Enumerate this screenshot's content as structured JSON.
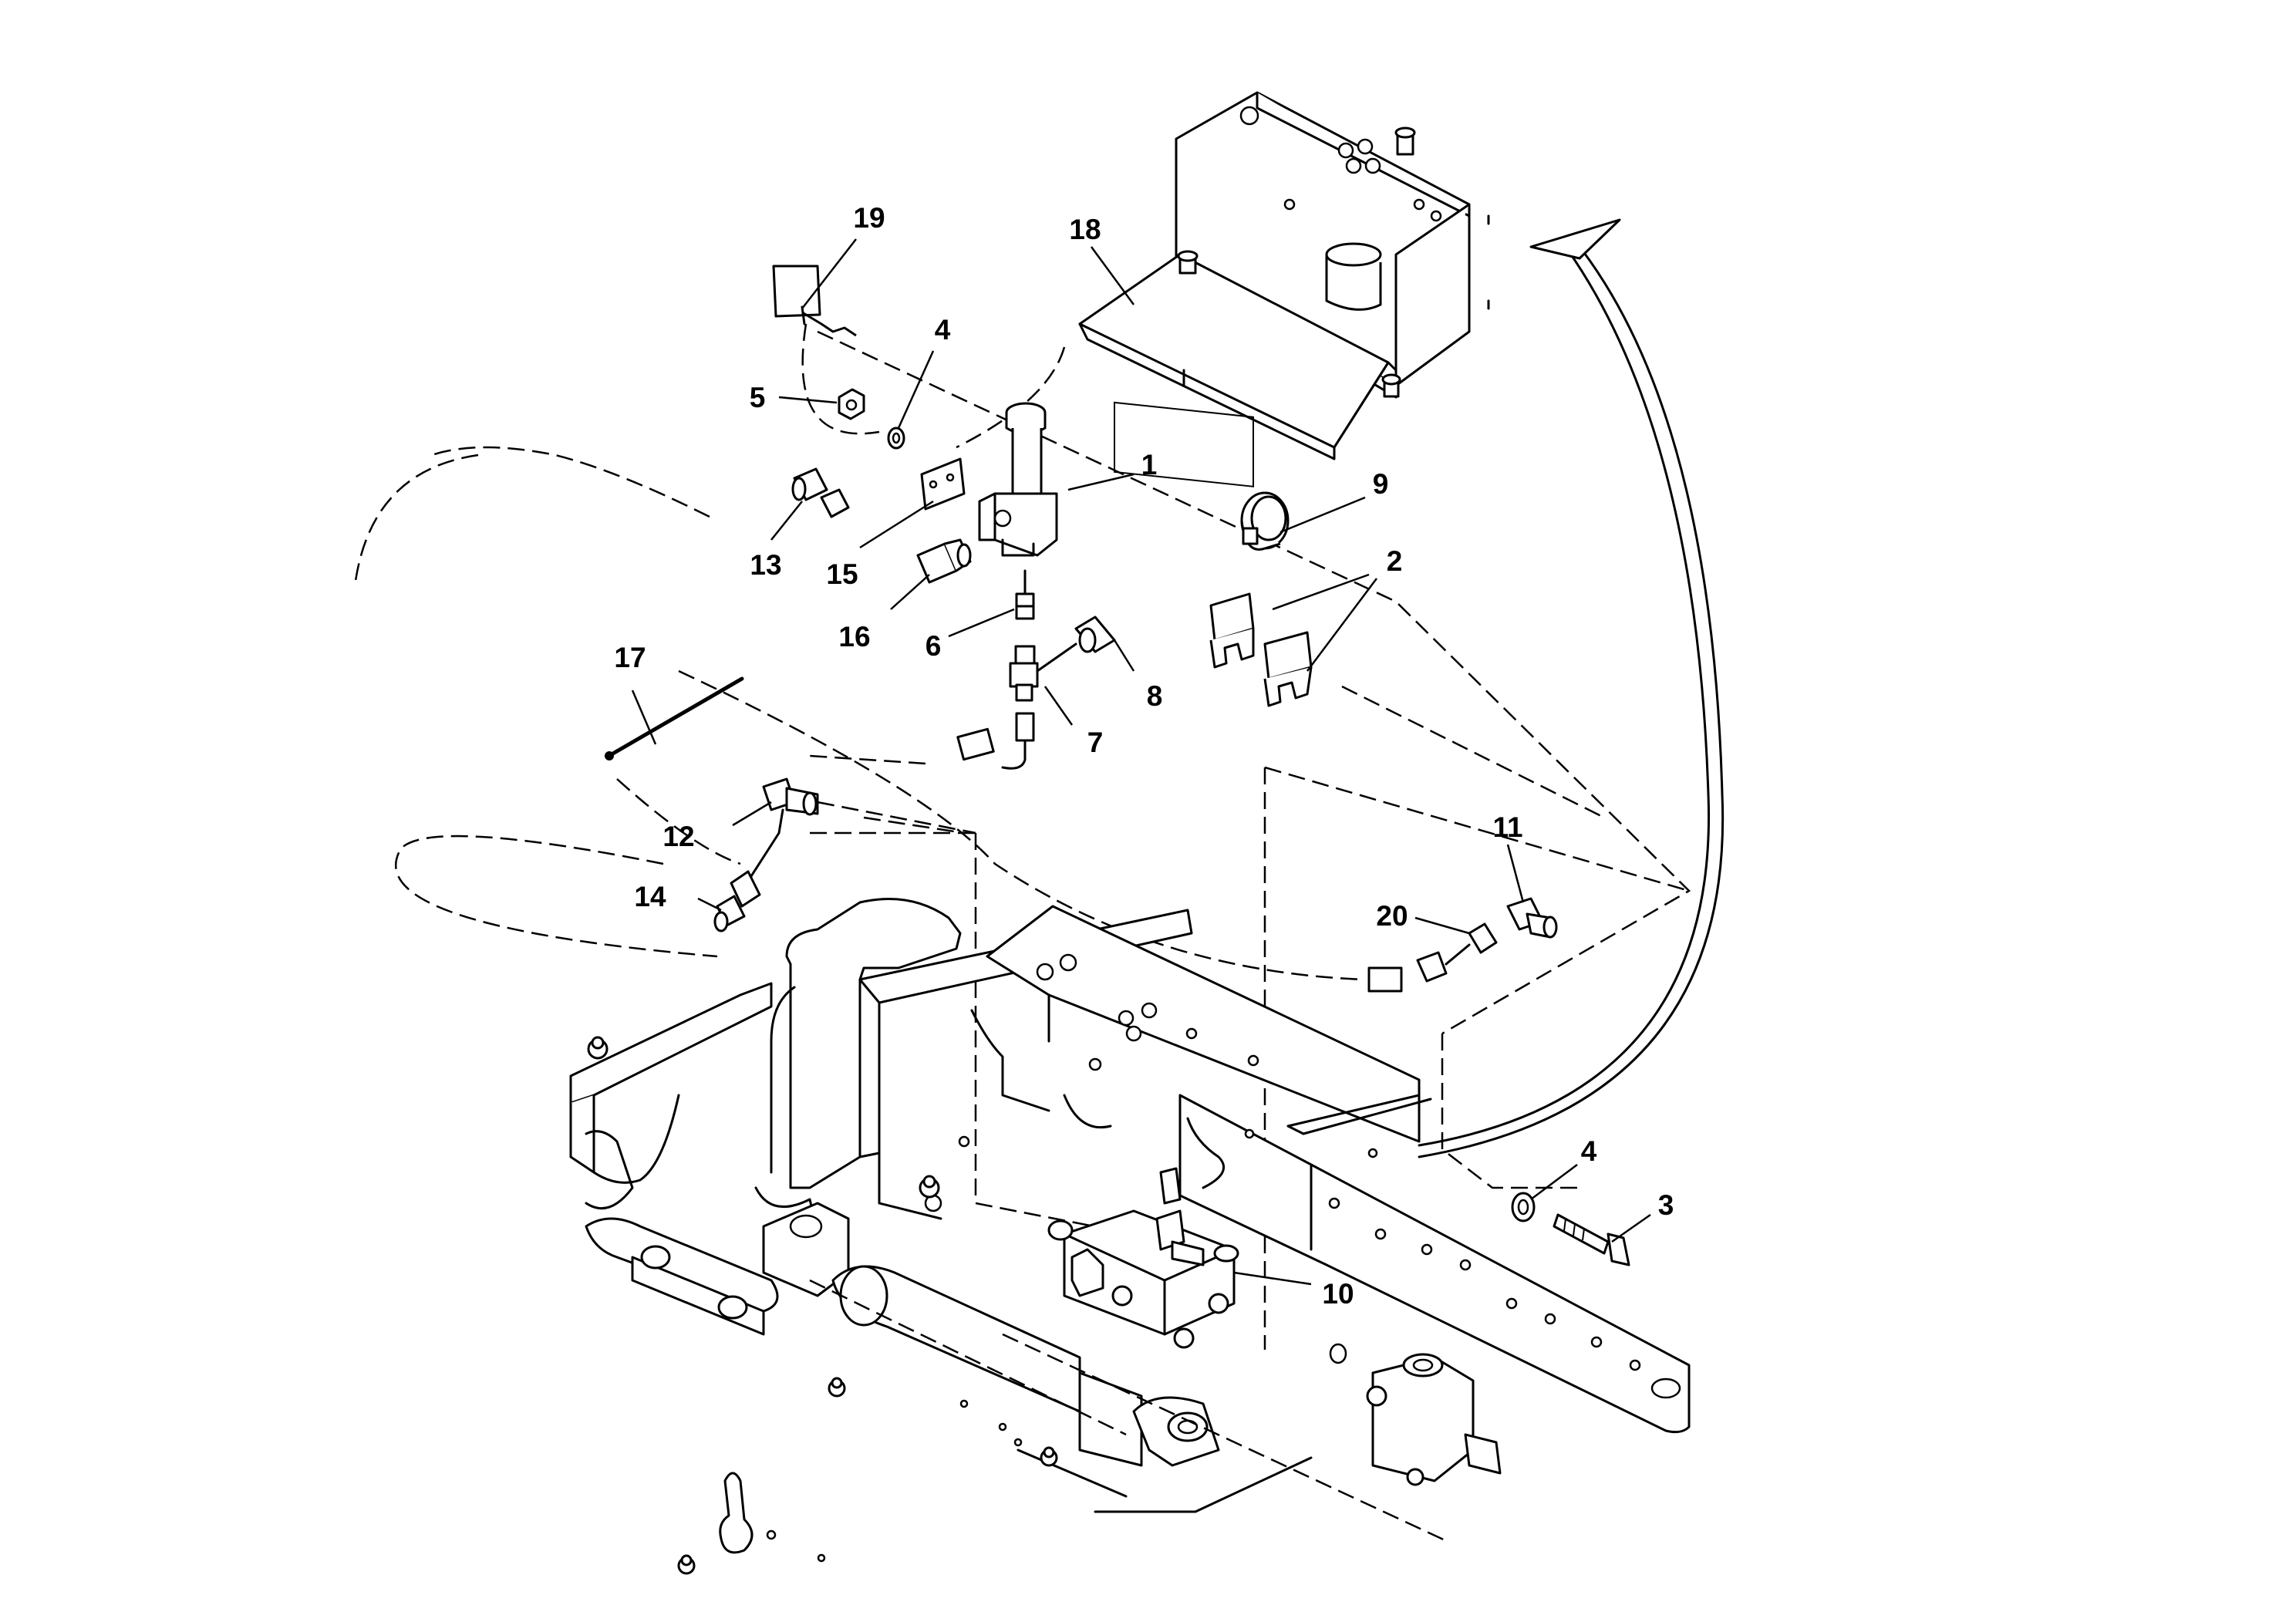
{
  "callouts": [
    {
      "id": "label-1",
      "text": "1"
    },
    {
      "id": "label-2",
      "text": "2"
    },
    {
      "id": "label-3",
      "text": "3"
    },
    {
      "id": "label-4a",
      "text": "4"
    },
    {
      "id": "label-4b",
      "text": "4"
    },
    {
      "id": "label-5",
      "text": "5"
    },
    {
      "id": "label-6",
      "text": "6"
    },
    {
      "id": "label-7",
      "text": "7"
    },
    {
      "id": "label-8",
      "text": "8"
    },
    {
      "id": "label-9",
      "text": "9"
    },
    {
      "id": "label-10",
      "text": "10"
    },
    {
      "id": "label-11",
      "text": "11"
    },
    {
      "id": "label-12",
      "text": "12"
    },
    {
      "id": "label-13",
      "text": "13"
    },
    {
      "id": "label-14",
      "text": "14"
    },
    {
      "id": "label-15",
      "text": "15"
    },
    {
      "id": "label-16",
      "text": "16"
    },
    {
      "id": "label-17",
      "text": "17"
    },
    {
      "id": "label-18",
      "text": "18"
    },
    {
      "id": "label-19",
      "text": "19"
    },
    {
      "id": "label-20",
      "text": "20"
    }
  ]
}
